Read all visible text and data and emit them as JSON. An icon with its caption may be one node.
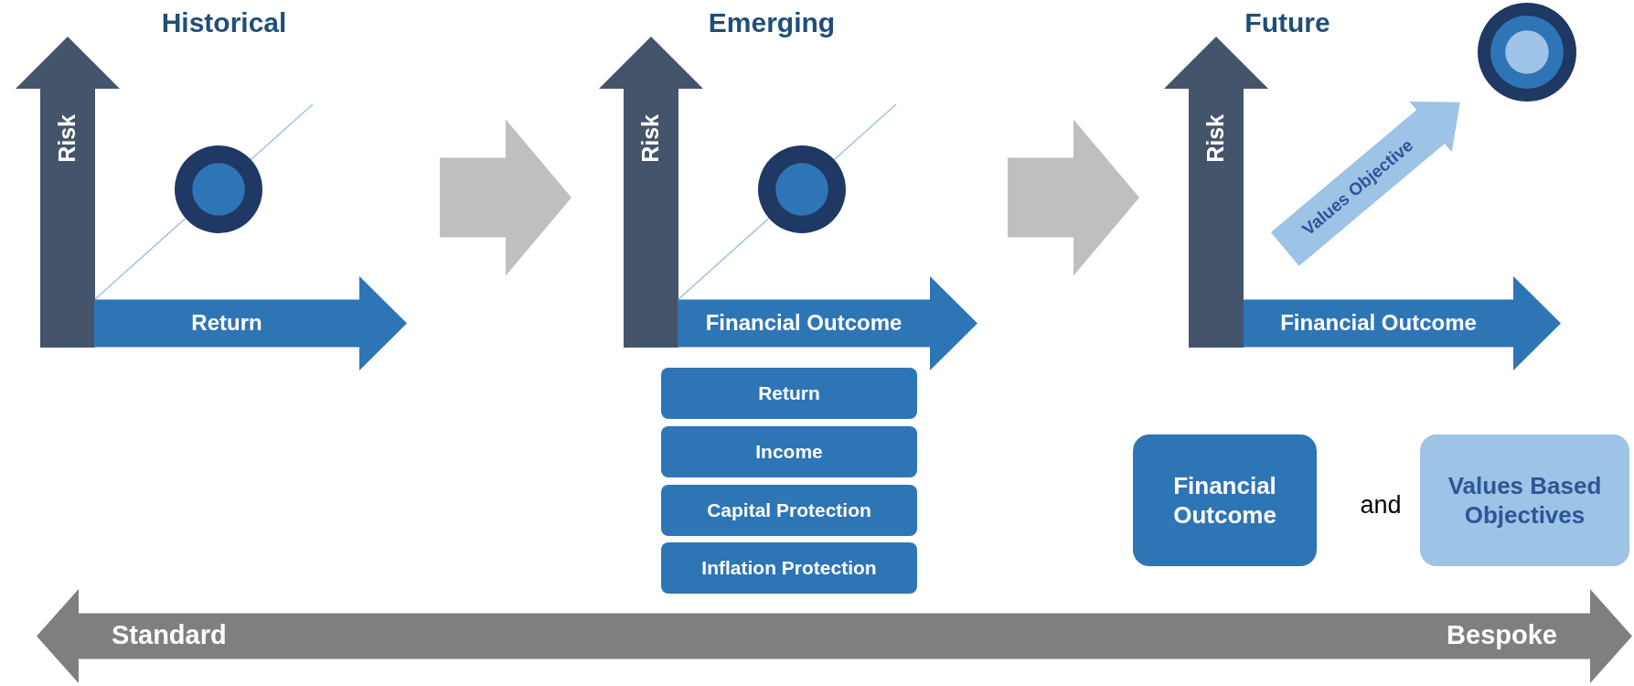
{
  "diagram": {
    "nodes": [
      {
        "text": [
          "Historical"
        ]
      },
      {
        "text": [
          "Risk"
        ],
        "in": 0
      },
      {
        "text": [
          "Return"
        ],
        "in": 0
      },
      {
        "text": [],
        "shape": "circle",
        "in": 0
      },
      {
        "text": [
          "Emerging"
        ]
      },
      {
        "text": [
          "Risk"
        ],
        "in": 4
      },
      {
        "text": [
          "Financial Outcome"
        ],
        "in": 4
      },
      {
        "text": [],
        "shape": "circle",
        "in": 4
      },
      {
        "text": [
          "Return"
        ],
        "in": 4
      },
      {
        "text": [
          "Income"
        ],
        "in": 4
      },
      {
        "text": [
          "Capital Protection"
        ],
        "in": 4
      },
      {
        "text": [
          "Inflation Protection"
        ],
        "in": 4
      },
      {
        "text": [
          "Future"
        ]
      },
      {
        "text": [
          "Risk"
        ],
        "in": 12
      },
      {
        "text": [
          "Financial Outcome"
        ],
        "in": 12
      },
      {
        "text": [
          "Values Objective"
        ],
        "in": 12
      },
      {
        "text": [],
        "shape": "circle",
        "in": 12
      },
      {
        "text": [
          "Financial Outcome"
        ],
        "in": 12
      },
      {
        "text": [
          "Values Based Objectives"
        ],
        "in": 12
      },
      {
        "text": [
          "Standard",
          "Bespoke"
        ]
      }
    ],
    "edges": [
      {
        "from": 0,
        "to": 4,
        "arrow": "to"
      },
      {
        "from": 4,
        "to": 12,
        "arrow": "to"
      }
    ],
    "labels": [
      "and"
    ]
  }
}
